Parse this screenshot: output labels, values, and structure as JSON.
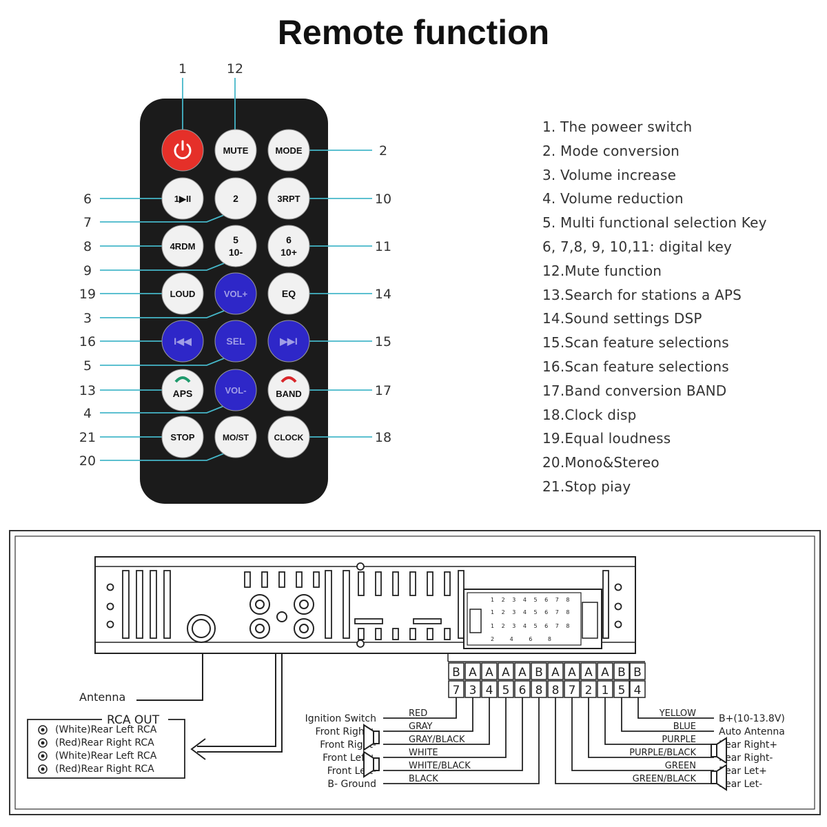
{
  "title": "Remote function",
  "remote": {
    "buttons": [
      {
        "id": "power",
        "label": "",
        "color": "#e53029"
      },
      {
        "id": "mute",
        "label": "MUTE"
      },
      {
        "id": "mode",
        "label": "MODE"
      },
      {
        "id": "b1",
        "label": "1▶II"
      },
      {
        "id": "b2",
        "label": "2"
      },
      {
        "id": "b3",
        "label": "3RPT"
      },
      {
        "id": "b4",
        "label": "4RDM"
      },
      {
        "id": "b5",
        "label": "5",
        "label2": "10-"
      },
      {
        "id": "b6",
        "label": "6",
        "label2": "10+"
      },
      {
        "id": "loud",
        "label": "LOUD"
      },
      {
        "id": "volup",
        "label": "VOL+",
        "color": "#2e27c8"
      },
      {
        "id": "eq",
        "label": "EQ"
      },
      {
        "id": "prev",
        "label": "I◀◀",
        "color": "#2e27c8"
      },
      {
        "id": "sel",
        "label": "SEL",
        "color": "#2e27c8"
      },
      {
        "id": "next",
        "label": "▶▶I",
        "color": "#2e27c8"
      },
      {
        "id": "aps",
        "label": "APS"
      },
      {
        "id": "voldown",
        "label": "VOL-",
        "color": "#2e27c8"
      },
      {
        "id": "band",
        "label": "BAND"
      },
      {
        "id": "stop",
        "label": "STOP"
      },
      {
        "id": "most",
        "label": "MO/ST"
      },
      {
        "id": "clock",
        "label": "CLOCK"
      }
    ],
    "callouts": {
      "top": [
        "1",
        "12"
      ],
      "right": [
        "2",
        "10",
        "11",
        "14",
        "15",
        "17",
        "18"
      ],
      "left": [
        "6",
        "7",
        "8",
        "9",
        "19",
        "3",
        "16",
        "5",
        "13",
        "4",
        "21",
        "20"
      ]
    }
  },
  "functions": [
    "1. The poweer switch",
    "2. Mode conversion",
    "3. Volume increase",
    "4. Volume reduction",
    "5. Multi functional selection Key",
    "6, 7,8, 9, 10,11: digital key",
    "12.Mute function",
    "13.Search for stations a APS",
    "14.Sound settings DSP",
    "15.Scan feature selections",
    "16.Scan feature selections",
    "17.Band conversion BAND",
    "18.Clock disp",
    "19.Equal loudness",
    "20.Mono&Stereo",
    "21.Stop piay"
  ],
  "wiring": {
    "antenna_label": "Antenna",
    "rca_title": "RCA OUT",
    "rca_items": [
      "(White)Rear Left RCA",
      "(Red)Rear Right RCA",
      "(White)Rear Left RCA",
      "(Red)Rear Right RCA"
    ],
    "connector_letters": [
      "B",
      "A",
      "A",
      "A",
      "A",
      "B",
      "A",
      "A",
      "A",
      "A",
      "B",
      "B"
    ],
    "connector_numbers": [
      "7",
      "3",
      "4",
      "5",
      "6",
      "8",
      "8",
      "7",
      "2",
      "1",
      "5",
      "4"
    ],
    "connector_grid_rows": [
      "1 2 3 4 5 6 7 8",
      "1 2 3 4 5 6 7 8",
      "1 2 3 4 5 6 7 8",
      "2 4 6 8"
    ],
    "left_labels": [
      "Ignition Switch",
      "Front Right+",
      "Front Right-",
      "Front Left+",
      "Front Left-",
      "B- Ground"
    ],
    "left_colors": [
      "RED",
      "GRAY",
      "GRAY/BLACK",
      "WHITE",
      "WHITE/BLACK",
      "BLACK"
    ],
    "right_colors": [
      "YELLOW",
      "BLUE",
      "PURPLE",
      "PURPLE/BLACK",
      "GREEN",
      "GREEN/BLACK"
    ],
    "right_labels": [
      "B+(10-13.8V)",
      "Auto Antenna",
      "Rear Right+",
      "Rear Right-",
      "Rear Let+",
      "Rear Let-"
    ]
  }
}
